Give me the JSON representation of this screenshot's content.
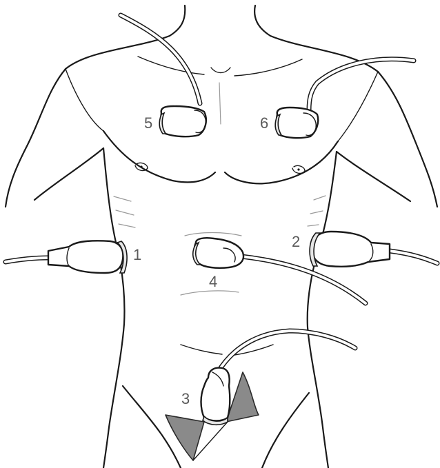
{
  "labels": {
    "p1": "1",
    "p2": "2",
    "p3": "3",
    "p4": "4",
    "p5": "5",
    "p6": "6"
  },
  "colors": {
    "outline": "#1a1a1a",
    "label": "#5a5a5a",
    "beam_fan": "#8a8a8a"
  }
}
